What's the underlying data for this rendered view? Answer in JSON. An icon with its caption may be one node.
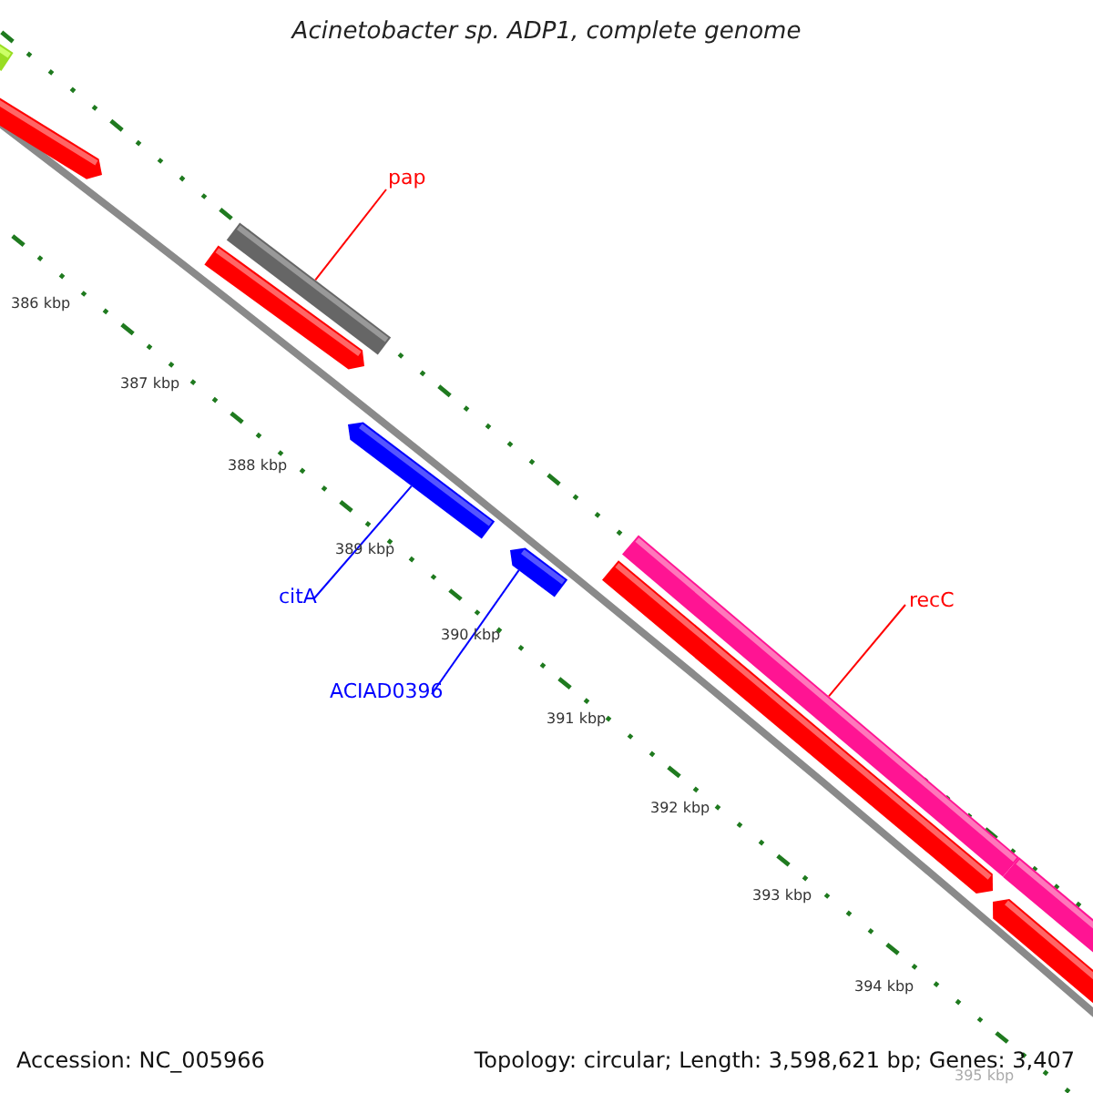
{
  "diagram": {
    "title": "Acinetobacter sp. ADP1, complete genome",
    "nodes": [
      {
        "text": [
          "pap"
        ]
      },
      {
        "text": [],
        "shape": "bar"
      },
      {
        "text": [
          "citA"
        ]
      },
      {
        "text": [],
        "shape": "bar"
      },
      {
        "text": [
          "ACIAD0396"
        ]
      },
      {
        "text": [],
        "shape": "bar"
      },
      {
        "text": [
          "recC"
        ]
      },
      {
        "text": [],
        "shape": "bar"
      }
    ],
    "edges": [
      {
        "from": 0,
        "to": 1,
        "arrow": "none",
        "color": "#ff0000"
      },
      {
        "from": 2,
        "to": 3,
        "arrow": "none",
        "color": "#0000ff"
      },
      {
        "from": 4,
        "to": 5,
        "arrow": "none",
        "color": "#0000ff"
      },
      {
        "from": 6,
        "to": 7,
        "arrow": "none",
        "color": "#ff0000"
      }
    ],
    "labels": [
      "386 kbp",
      "387 kbp",
      "388 kbp",
      "389 kbp",
      "390 kbp",
      "391 kbp",
      "392 kbp",
      "393 kbp",
      "394 kbp",
      "395 kbp",
      "Accession: NC_005966",
      "Topology: circular; Length: 3,598,621 bp; Genes: 3,407"
    ]
  }
}
